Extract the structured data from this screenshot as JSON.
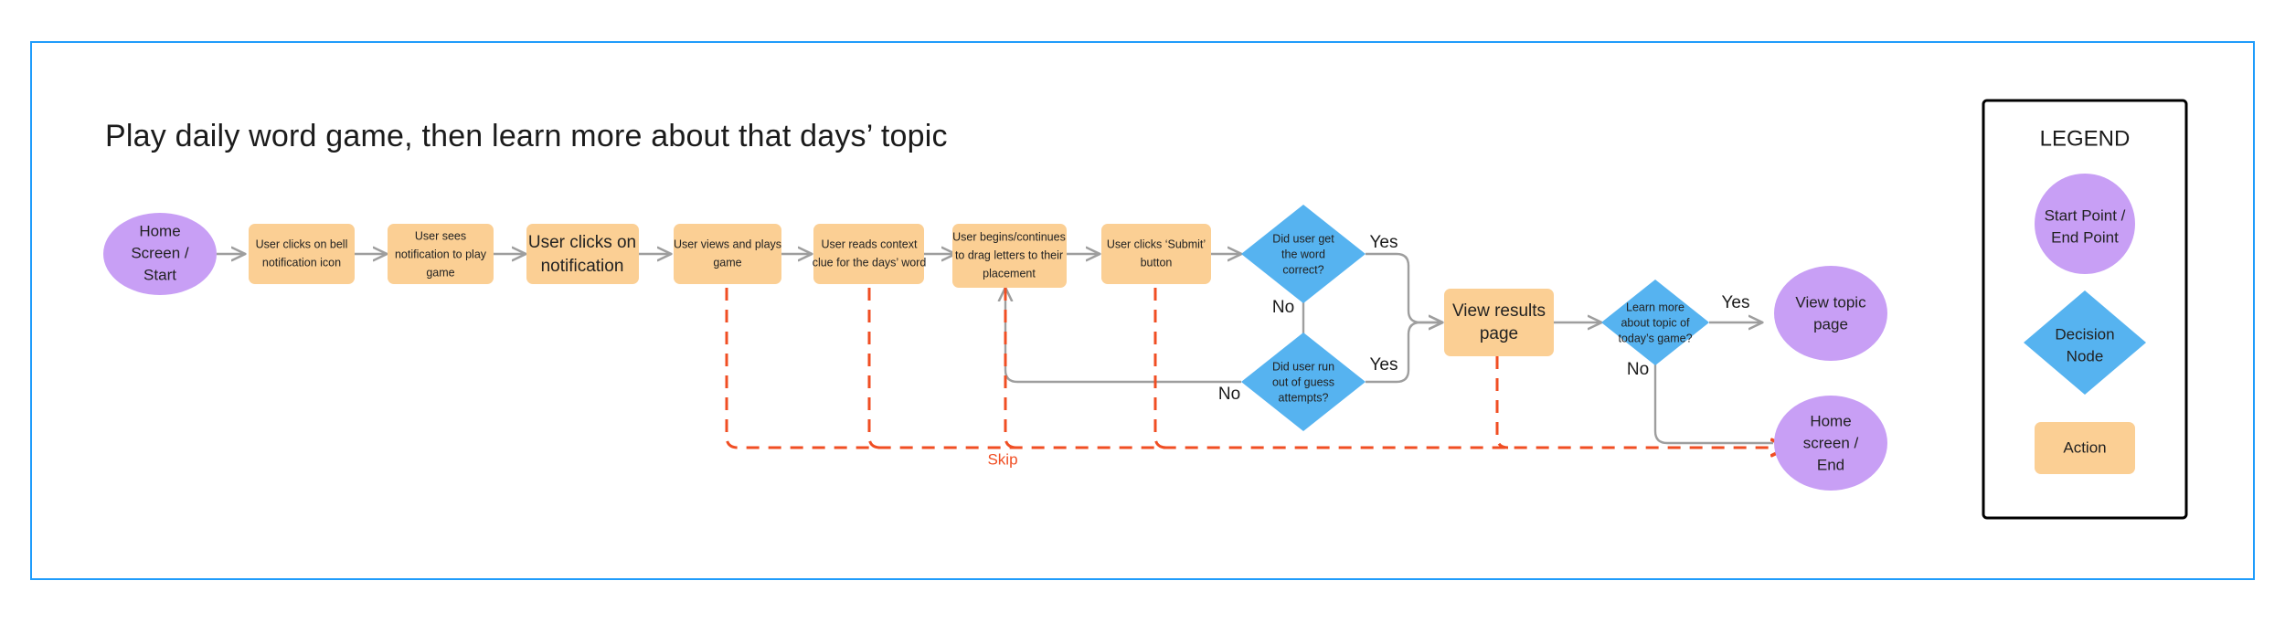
{
  "board": {
    "title": "Play daily word game, then learn more about that days’ topic",
    "frame_color": "#1f9cfb",
    "background": "#ffffff"
  },
  "palette": {
    "terminator": "#c89ff5",
    "action": "#fbcf94",
    "decision": "#56b3f0",
    "connector": "#9e9e9e",
    "skip_path": "#f04e23",
    "text": "#222222",
    "legend_border": "#000000"
  },
  "chart_data": {
    "type": "diagram",
    "title": "Play daily word game, then learn more about that days’ topic",
    "nodes": [
      {
        "id": "start",
        "shape": "ellipse",
        "label": "Home Screen / Start",
        "lines": [
          "Home",
          "Screen /",
          "Start"
        ]
      },
      {
        "id": "a1",
        "shape": "rect",
        "label": "User clicks on bell notification icon",
        "lines": [
          "User clicks on bell",
          "notification icon"
        ]
      },
      {
        "id": "a2",
        "shape": "rect",
        "label": "User sees notification to play game",
        "lines": [
          "User sees",
          "notification to play",
          "game"
        ]
      },
      {
        "id": "a3",
        "shape": "rect",
        "label": "User clicks on notification",
        "lines": [
          "User clicks on",
          "notification"
        ]
      },
      {
        "id": "a4",
        "shape": "rect",
        "label": "User views and plays game",
        "lines": [
          "User views and plays",
          "game"
        ]
      },
      {
        "id": "a5",
        "shape": "rect",
        "label": "User reads context clue for the days’ word",
        "lines": [
          "User reads context",
          "clue for the days’ word"
        ]
      },
      {
        "id": "a6",
        "shape": "rect",
        "label": "User begins/continues to drag letters to their placement",
        "lines": [
          "User begins/continues",
          "to drag letters to their",
          "placement"
        ]
      },
      {
        "id": "a7",
        "shape": "rect",
        "label": "User clicks ‘Submit’ button",
        "lines": [
          "User clicks ‘Submit’",
          "button"
        ]
      },
      {
        "id": "d1",
        "shape": "diamond",
        "label": "Did user get the word correct?",
        "lines": [
          "Did user get",
          "the word",
          "correct?"
        ]
      },
      {
        "id": "d2",
        "shape": "diamond",
        "label": "Did user run out of guess attempts?",
        "lines": [
          "Did user run",
          "out of guess",
          "attempts?"
        ]
      },
      {
        "id": "a8",
        "shape": "rect",
        "label": "View results page",
        "lines": [
          "View results",
          "page"
        ]
      },
      {
        "id": "d3",
        "shape": "diamond",
        "label": "Learn more about topic of today’s game?",
        "lines": [
          "Learn more",
          "about topic of",
          "today’s game?"
        ]
      },
      {
        "id": "end_topic",
        "shape": "ellipse",
        "label": "View topic page",
        "lines": [
          "View topic",
          "page"
        ]
      },
      {
        "id": "end_home",
        "shape": "ellipse",
        "label": "Home screen / End",
        "lines": [
          "Home",
          "screen /",
          "End"
        ]
      }
    ],
    "edges": [
      {
        "from": "start",
        "to": "a1",
        "label": ""
      },
      {
        "from": "a1",
        "to": "a2",
        "label": ""
      },
      {
        "from": "a2",
        "to": "a3",
        "label": ""
      },
      {
        "from": "a3",
        "to": "a4",
        "label": ""
      },
      {
        "from": "a4",
        "to": "a5",
        "label": ""
      },
      {
        "from": "a5",
        "to": "a6",
        "label": ""
      },
      {
        "from": "a6",
        "to": "a7",
        "label": ""
      },
      {
        "from": "a7",
        "to": "d1",
        "label": ""
      },
      {
        "from": "d1",
        "to": "a8",
        "label": "Yes"
      },
      {
        "from": "d1",
        "to": "d2",
        "label": "No"
      },
      {
        "from": "d2",
        "to": "a8",
        "label": "Yes"
      },
      {
        "from": "d2",
        "to": "a6",
        "label": "No"
      },
      {
        "from": "a8",
        "to": "d3",
        "label": ""
      },
      {
        "from": "d3",
        "to": "end_topic",
        "label": "Yes"
      },
      {
        "from": "d3",
        "to": "end_home",
        "label": "No"
      },
      {
        "from": "a4",
        "to": "end_home",
        "label": "Skip",
        "style": "dashed"
      },
      {
        "from": "a5",
        "to": "end_home",
        "label": "",
        "style": "dashed"
      },
      {
        "from": "a6",
        "to": "end_home",
        "label": "",
        "style": "dashed"
      },
      {
        "from": "a7",
        "to": "end_home",
        "label": "",
        "style": "dashed"
      },
      {
        "from": "a8",
        "to": "end_home",
        "label": "",
        "style": "dashed"
      }
    ],
    "edge_labels": {
      "d1_yes": "Yes",
      "d1_no": "No",
      "d2_yes": "Yes",
      "d2_no": "No",
      "d3_yes": "Yes",
      "d3_no": "No",
      "skip": "Skip"
    }
  },
  "legend": {
    "title": "LEGEND",
    "items": [
      {
        "shape": "ellipse",
        "label": "Start Point / End Point",
        "lines": [
          "Start Point /",
          "End Point"
        ],
        "color": "#c89ff5"
      },
      {
        "shape": "diamond",
        "label": "Decision Node",
        "lines": [
          "Decision",
          "Node"
        ],
        "color": "#56b3f0"
      },
      {
        "shape": "rect",
        "label": "Action",
        "lines": [
          "Action"
        ],
        "color": "#fbcf94"
      }
    ]
  }
}
